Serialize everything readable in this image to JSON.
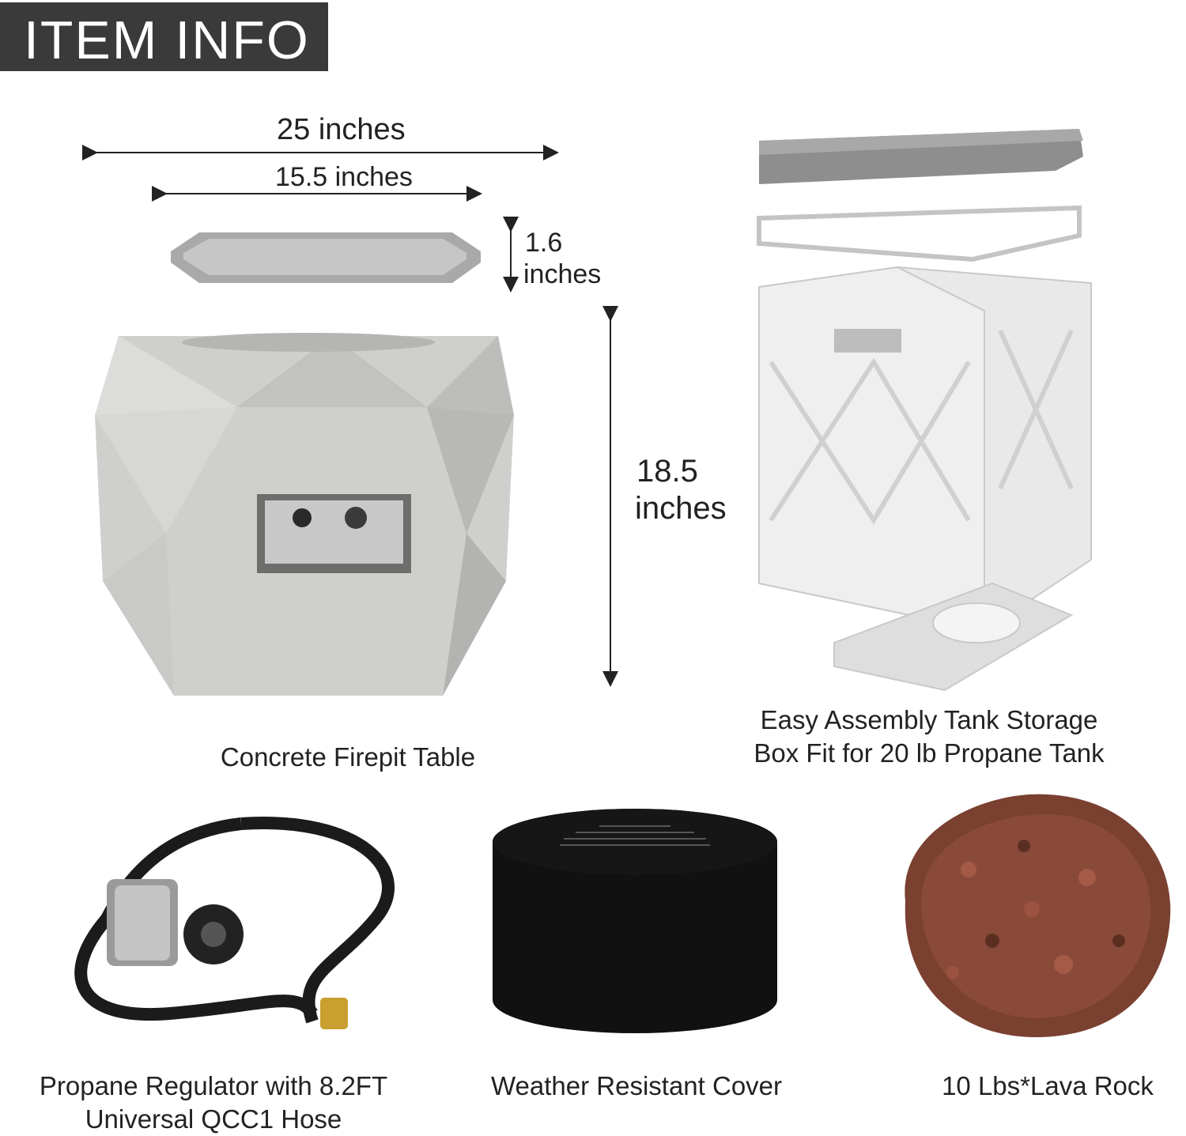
{
  "header": {
    "title": "ITEM INFO"
  },
  "dimensions": {
    "outer_width": "25 inches",
    "inner_width": "15.5 inches",
    "lid_thickness_line1": "1.6",
    "lid_thickness_line2": "inches",
    "height_line1": "18.5",
    "height_line2": "inches"
  },
  "products": [
    {
      "caption": "Concrete Firepit Table"
    },
    {
      "caption_line1": "Easy Assembly Tank Storage",
      "caption_line2": "Box Fit for 20 lb Propane Tank"
    },
    {
      "caption_line1": "Propane Regulator with 8.2FT",
      "caption_line2": "Universal QCC1 Hose"
    },
    {
      "caption": "Weather Resistant Cover"
    },
    {
      "caption": "10 Lbs*Lava Rock"
    }
  ],
  "colors": {
    "header_bg": "#3a3a3a",
    "concrete": "#cfcfcd",
    "cover": "#111111",
    "lava": "#8a4a3a"
  }
}
